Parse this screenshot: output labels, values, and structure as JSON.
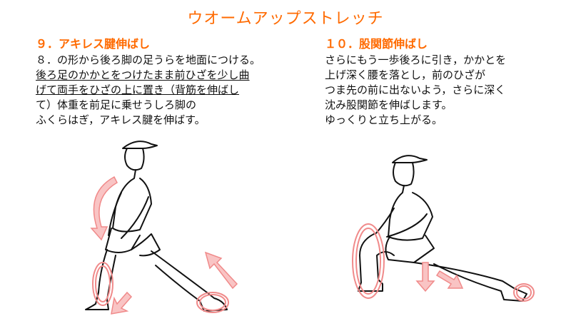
{
  "page": {
    "title": "ウオームアップストレッチ",
    "accent_color": "#ff6a00",
    "arrow_color": "#f08a8a"
  },
  "left": {
    "heading": "９．アキレス腱伸ばし",
    "lines": [
      "８．の形から後ろ脚の足うらを地面につける。",
      "後ろ足のかかとをつけたまま前ひざを少し曲",
      "げて両手をひざの上に置き（背筋を伸ばし",
      "て）体重を前足に乗せうしろ脚の",
      "ふくらはぎ，アキレス腱を伸ばす。"
    ]
  },
  "right": {
    "heading": "１０．股関節伸ばし",
    "lines": [
      "さらにもう一歩後ろに引き，かかとを",
      "上げ深く腰を落とし，前のひざが",
      "つま先の前に出ないよう，さらに深く",
      "沈み股関節を伸ばします。",
      "ゆっくりと立ち上がる。"
    ]
  }
}
